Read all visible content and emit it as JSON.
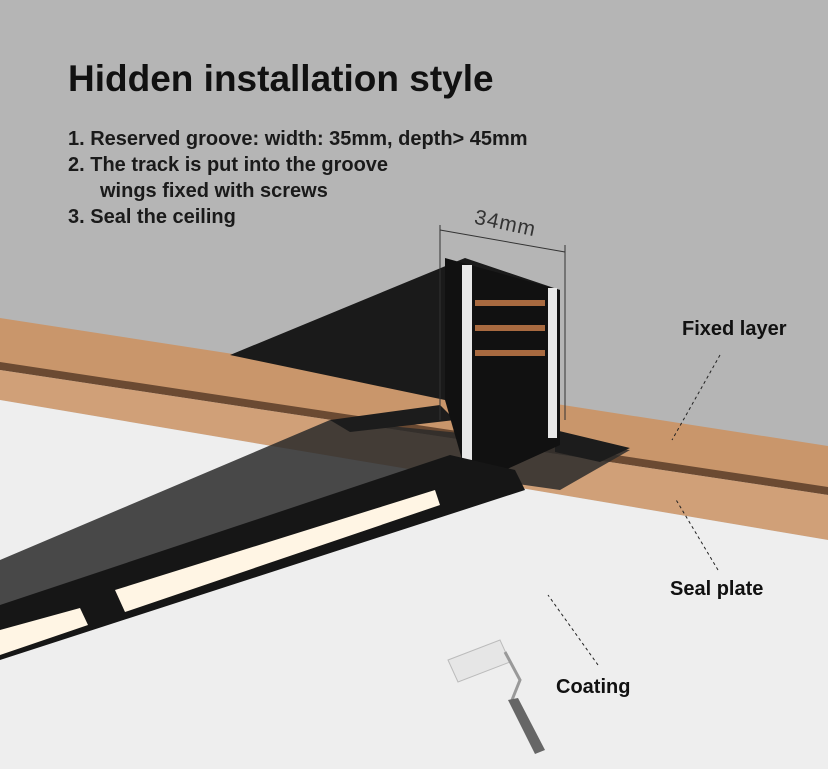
{
  "title": "Hidden installation style",
  "steps": [
    "1. Reserved groove: width: 35mm, depth> 45mm",
    "2. The track is put into the groove",
    "wings fixed with screws",
    "3. Seal the ceiling"
  ],
  "dimension": "34mm",
  "labels": {
    "fixed_layer": "Fixed layer",
    "seal_plate": "Seal plate",
    "coating": "Coating"
  },
  "colors": {
    "background": "#b5b5b5",
    "wood": "#c8956a",
    "ceiling": "#efefef",
    "track": "#151515",
    "light": "#fff6e6"
  }
}
